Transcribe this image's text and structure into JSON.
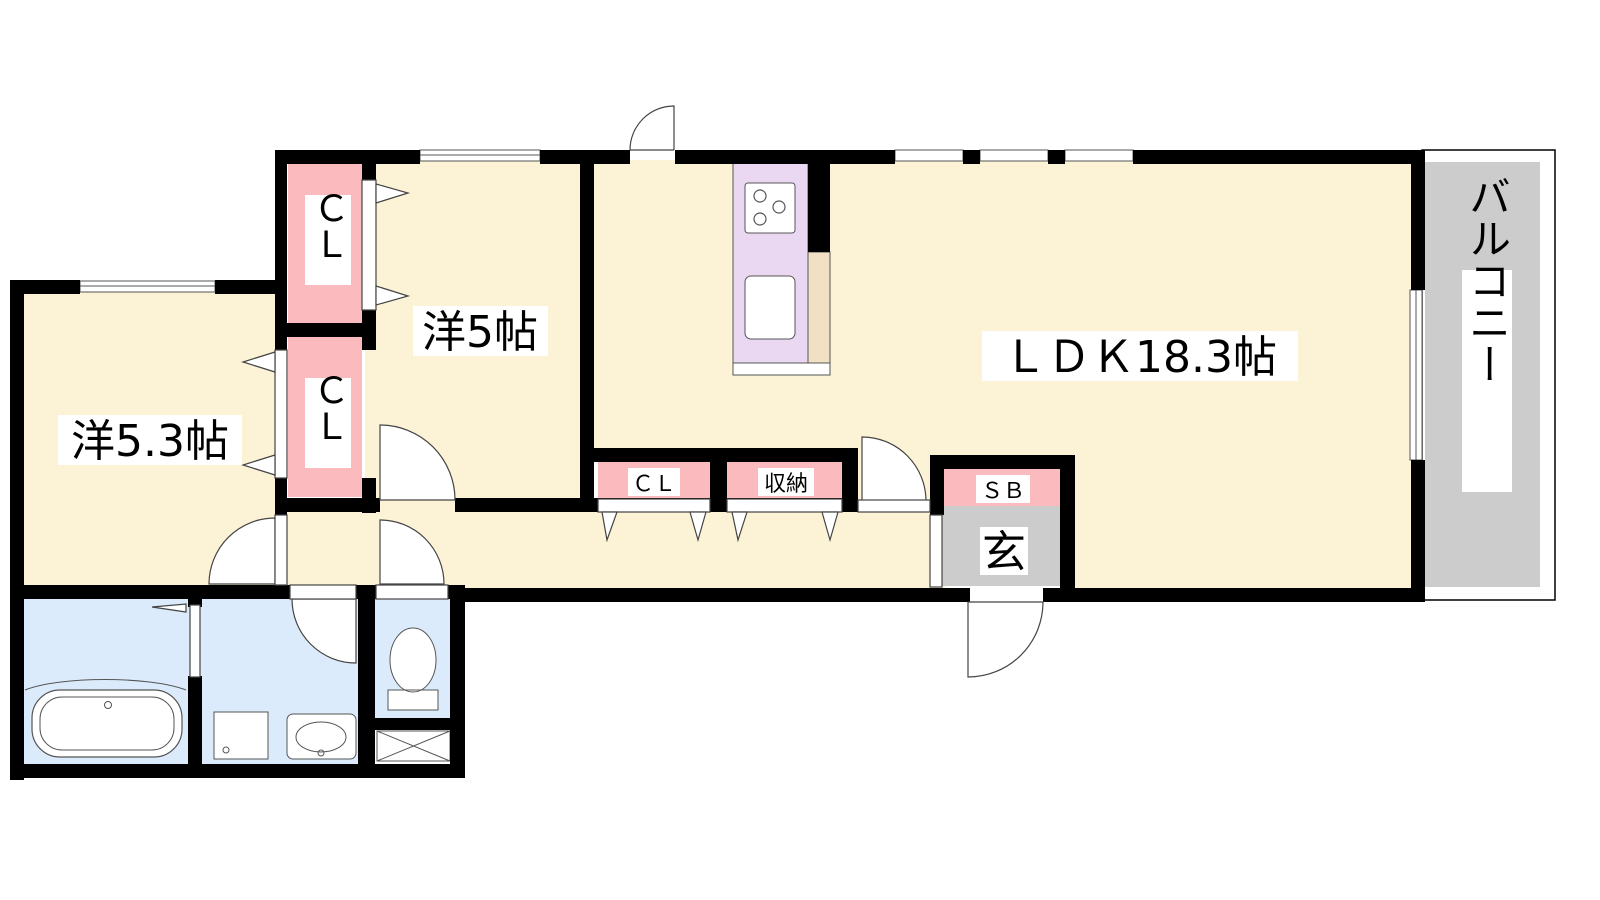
{
  "rooms": {
    "western_room_1": "洋5.3帖",
    "western_room_2": "洋5帖",
    "ldk": "ＬＤＫ18.3帖",
    "balcony": "バルコニー",
    "entrance": "玄",
    "shoe_box": "ＳＢ",
    "closet_label": "ＣＬ",
    "storage": "収納"
  },
  "colors": {
    "floor": "#fcf2d5",
    "closet": "#fbbbbe",
    "wet_area": "#dcebfb",
    "entrance": "#cccccc",
    "balcony": "#cccccc",
    "kitchen_counter": "#ead7f2",
    "kitchen_side": "#f2e0c5",
    "wall": "#000000"
  }
}
